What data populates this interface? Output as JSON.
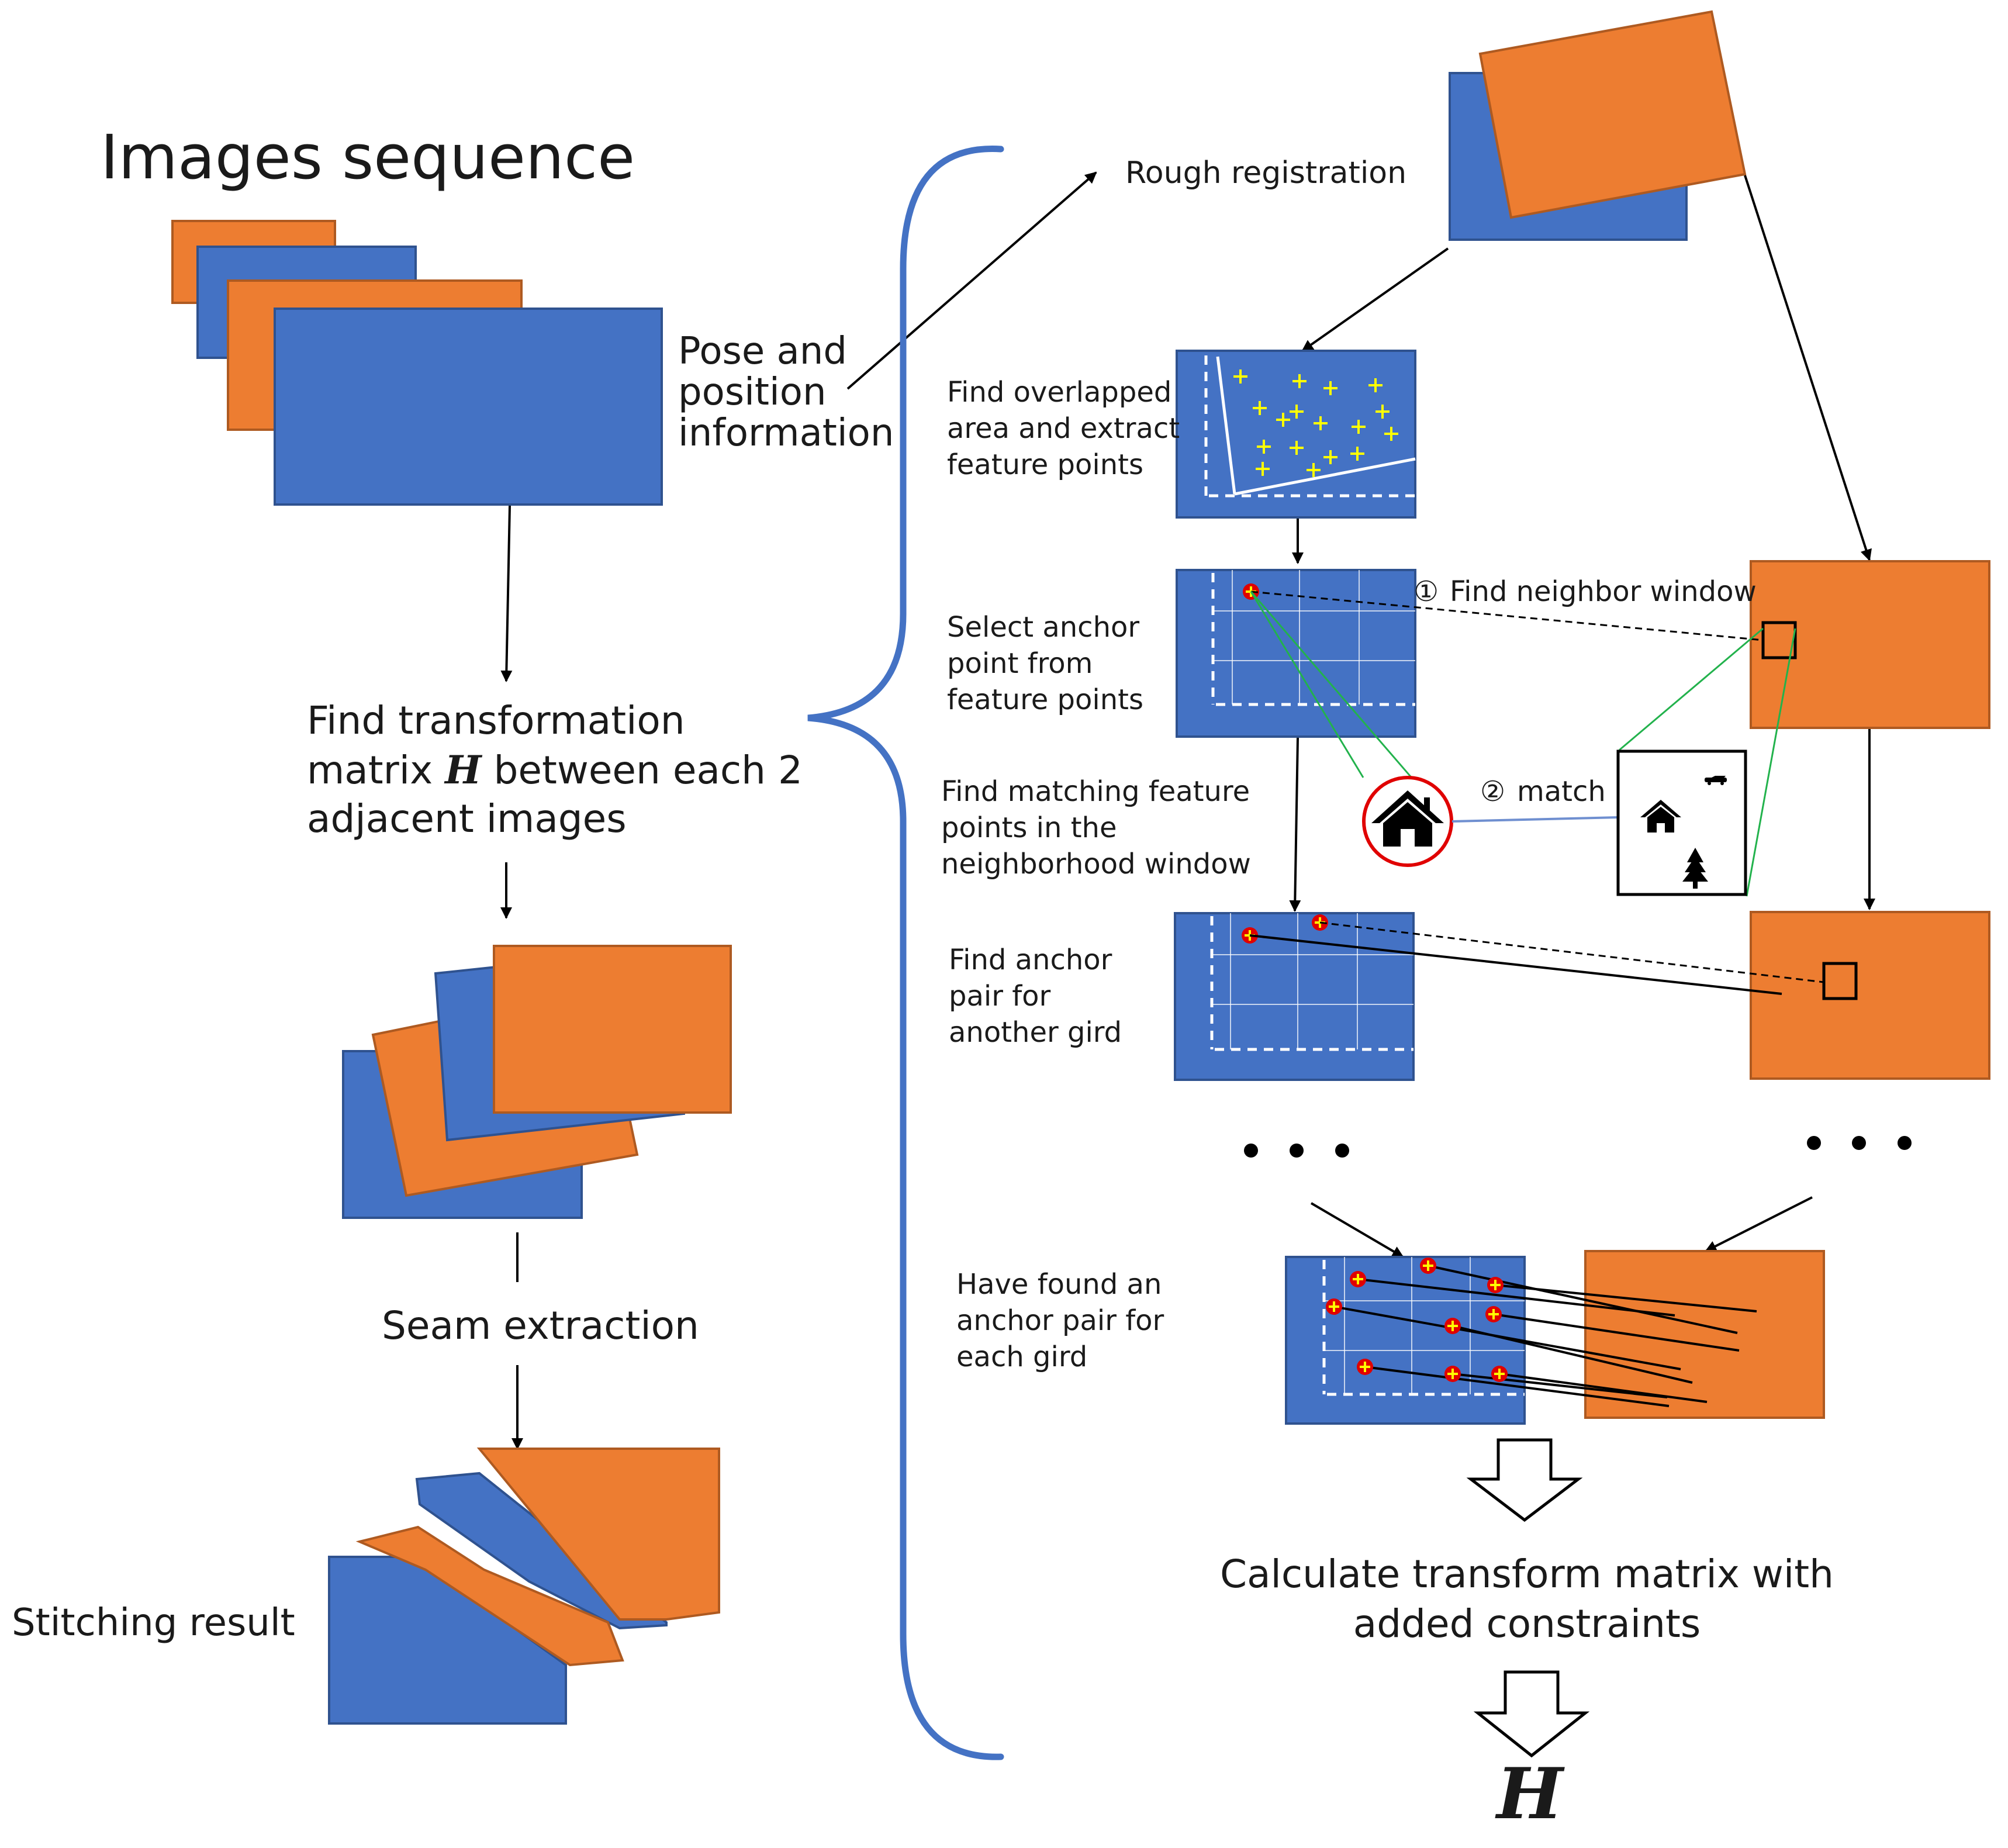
{
  "title": "Images sequence",
  "left": {
    "pose_info": [
      "Pose and",
      "position",
      "information"
    ],
    "find_transform": {
      "line1": "Find transformation",
      "line2_prefix": "matrix ",
      "line2_H": "H",
      "line2_suffix": " between each 2",
      "line3": "adjacent images"
    },
    "seam_extraction": "Seam extraction",
    "stitching_result": "Stitching result"
  },
  "right": {
    "rough_registration": "Rough registration",
    "find_overlapped": [
      "Find overlapped",
      "area and extract",
      "feature points"
    ],
    "select_anchor": [
      "Select anchor",
      "point from",
      "feature points"
    ],
    "find_matching": [
      "Find matching feature",
      "points in the",
      "neighborhood window"
    ],
    "find_anchor_pair": [
      "Find anchor",
      "pair for",
      "another gird"
    ],
    "have_found": [
      "Have found an",
      "anchor pair for",
      "each gird"
    ],
    "step1_num": "①",
    "step1": "Find neighbor window",
    "step2_num": "②",
    "step2": "match",
    "calculate": [
      "Calculate transform matrix with",
      "added constraints"
    ],
    "result_H": "H"
  },
  "colors": {
    "blue": "#4472C4",
    "orange": "#ED7D31",
    "blue_edge": "#2F528F",
    "orange_edge": "#AE5A21",
    "feature_yellow": "#FFFF00",
    "anchor_red": "#E00000",
    "match_green": "#22B24C",
    "match_blue_line": "#6F8FD0"
  }
}
